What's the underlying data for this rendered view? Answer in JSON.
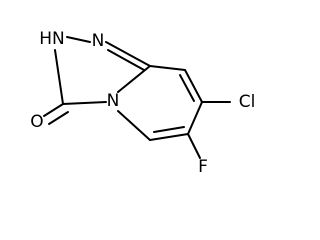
{
  "atoms": {
    "n1": "N",
    "n2h": "HN",
    "n4": "N",
    "o": "O",
    "cl": "Cl",
    "f": "F"
  },
  "colors": {
    "bond": "#000000",
    "label": "#000000",
    "background": "#ffffff"
  }
}
